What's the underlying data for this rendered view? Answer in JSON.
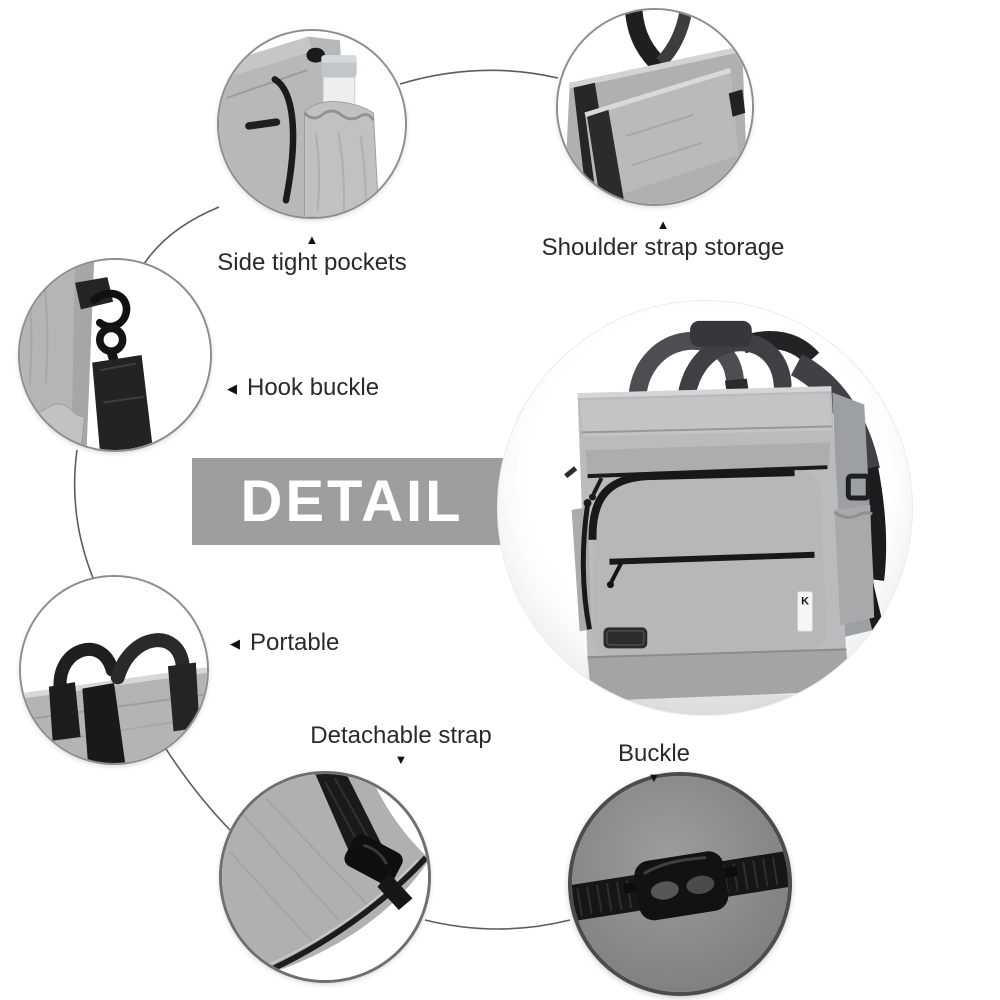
{
  "title_banner": {
    "text": "DETAIL"
  },
  "colors": {
    "banner_bg": "#9e9e9e",
    "banner_text": "#ffffff",
    "label_text": "#2a2a2a",
    "connector_line": "#4a4a4a",
    "fabric_light_gray": "#b9bbbd",
    "trim_black": "#1d1d1d",
    "buckle_circle_bg": "#8b8c8d"
  },
  "callouts": {
    "side_pockets": {
      "label": "Side tight pockets",
      "arrow": "▲"
    },
    "strap_storage": {
      "label": "Shoulder strap storage",
      "arrow": "▲"
    },
    "hook_buckle": {
      "label": "Hook buckle",
      "arrow": "◀"
    },
    "portable": {
      "label": "Portable",
      "arrow": "◀"
    },
    "detachable_strap": {
      "label": "Detachable strap",
      "arrow": "▼"
    },
    "buckle": {
      "label": "Buckle",
      "arrow": "▼"
    }
  },
  "insets": {
    "side_pockets": {
      "photo": "side-elastic-pocket-with-water-bottle"
    },
    "strap_storage": {
      "photo": "bag-top-shoulder-strap-storage-pocket"
    },
    "hook_buckle": {
      "photo": "metal-hook-buckle-on-strap"
    },
    "main_product": {
      "photo": "gray-tote-backpack-front-view"
    },
    "portable": {
      "photo": "black-carry-handles-on-bag-top"
    },
    "detachable_strap": {
      "photo": "detachable-strap-with-clip-buckle"
    },
    "buckle": {
      "photo": "side-release-buckle-on-webbing"
    }
  },
  "product": {
    "brand_tag_letter": "K"
  }
}
